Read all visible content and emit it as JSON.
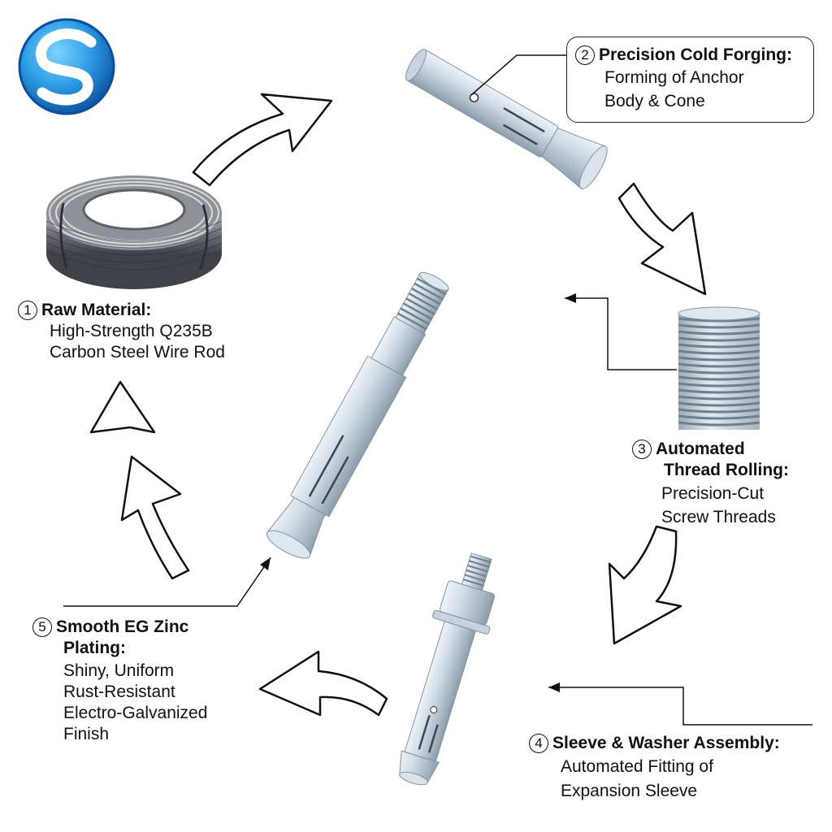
{
  "steps": [
    {
      "number": "1",
      "title": "Raw Material:",
      "lines": [
        "High-Strength Q235B",
        "Carbon Steel Wire Rod"
      ]
    },
    {
      "number": "2",
      "title": "Precision Cold Forging:",
      "lines": [
        "Forming of Anchor",
        "Body & Cone"
      ]
    },
    {
      "number": "3",
      "title_lines": [
        "Automated",
        "Thread Rolling:"
      ],
      "lines": [
        "Precision-Cut",
        "Screw Threads"
      ]
    },
    {
      "number": "4",
      "title": "Sleeve & Washer Assembly:",
      "lines": [
        "Automated Fitting of",
        "Expansion Sleeve"
      ]
    },
    {
      "number": "5",
      "title_lines": [
        "Smooth EG Zinc",
        "Plating:"
      ],
      "lines": [
        "Shiny, Uniform",
        "Rust-Resistant",
        "Electro-Galvanized",
        "Finish"
      ]
    }
  ],
  "images": [
    {
      "name": "coiled-wire-rod"
    },
    {
      "name": "forged-anchor-body"
    },
    {
      "name": "threaded-rod-section"
    },
    {
      "name": "assembled-sleeve-anchor"
    },
    {
      "name": "zinc-plated-anchor-bolt"
    }
  ],
  "logo": {
    "name": "swirl-s-logo",
    "colors": [
      "#0a5fb0",
      "#3cb4ee",
      "#ffffff"
    ]
  },
  "colors": {
    "steel": "#c6d2dc",
    "outline": "#111111",
    "background": "#ffffff"
  }
}
